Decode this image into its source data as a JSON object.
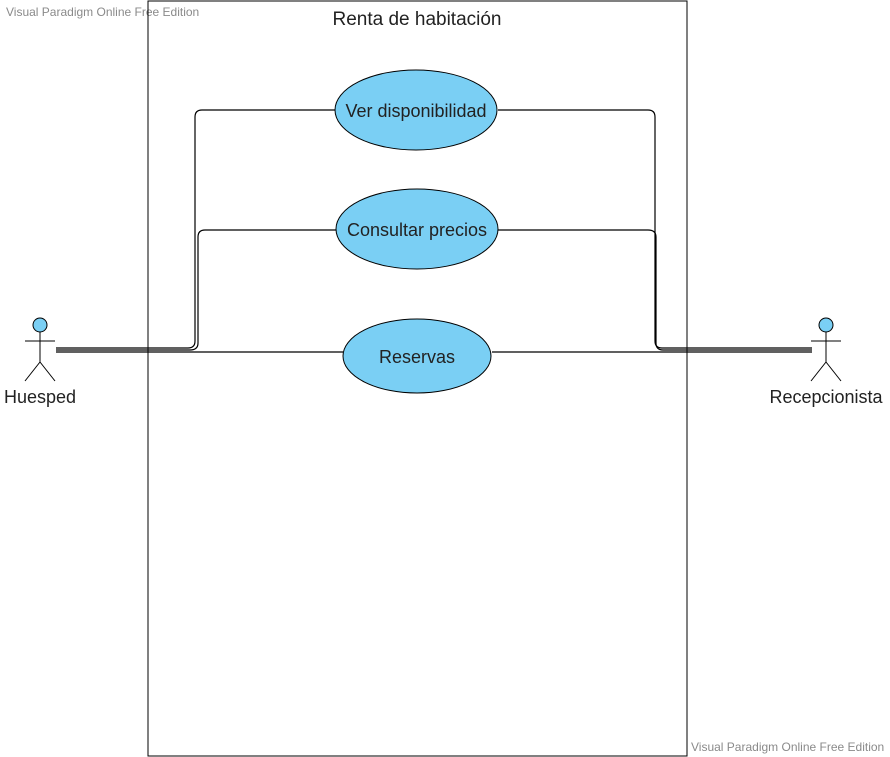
{
  "watermark": {
    "top": "Visual Paradigm Online Free Edition",
    "bottom": "Visual Paradigm Online Free Edition"
  },
  "system": {
    "title": "Renta de habitación"
  },
  "actors": {
    "left": {
      "name": "Huesped"
    },
    "right": {
      "name": "Recepcionista"
    }
  },
  "use_cases": [
    {
      "label": "Ver disponibilidad"
    },
    {
      "label": "Consultar precios"
    },
    {
      "label": "Reservas"
    }
  ],
  "colors": {
    "usecase_fill": "#7ACFF4",
    "actor_head_fill": "#7ACFF4",
    "stroke": "#000000"
  }
}
